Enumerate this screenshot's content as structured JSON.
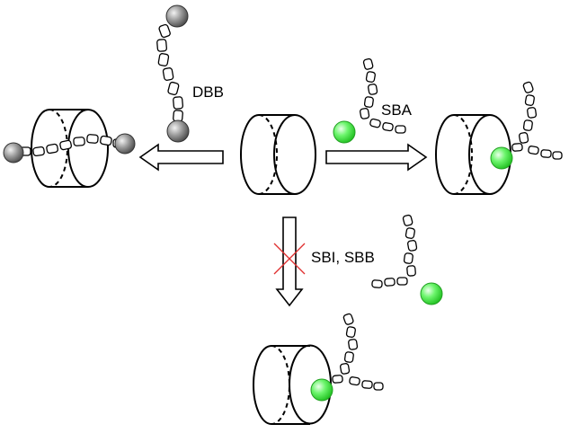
{
  "labels": {
    "dbb": "DBB",
    "sba": "SBA",
    "sbi_sbb": "SBI, SBB"
  },
  "colors": {
    "green_ball": "#3ee63e",
    "grey_ball": "#7a7a7a",
    "blocked_cross": "#e03030",
    "line": "#000000"
  }
}
